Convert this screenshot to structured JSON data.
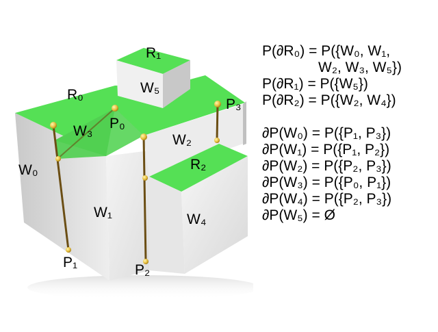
{
  "labels": {
    "R1": "R₁",
    "W5": "W₅",
    "R0": "R₀",
    "P3": "P₃",
    "P0": "P₀",
    "W3": "W₃",
    "W2": "W₂",
    "R2": "R₂",
    "W0": "W₀",
    "W1": "W₁",
    "W4": "W₄",
    "P1": "P₁",
    "P2": "P₂"
  },
  "formulas": {
    "line1": "P(∂R₀) = P({W₀, W₁,",
    "line1b": "W₂, W₃, W₅})",
    "line2": "P(∂R₁) = P({W₅})",
    "line3": "P(∂R₂) = P({W₂, W₄})",
    "line4": "∂P(W₀) = P({P₁, P₃})",
    "line5": "∂P(W₁) = P({P₁, P₂})",
    "line6": "∂P(W₂) = P({P₂, P₃})",
    "line7": "∂P(W₃) = P({P₀, P₁})",
    "line8": "∂P(W₄) = P({P₂, P₃})",
    "line9": "∂P(W₅) = Ø"
  },
  "colors": {
    "green": "#55e055",
    "green_dark": "#3fbf3f",
    "wall_light": "#f0f0f0",
    "wall_mid": "#dcdcdc",
    "wall_dark": "#c8c8c8",
    "pole": "#7a5a1a",
    "ball": "#e8c040"
  }
}
